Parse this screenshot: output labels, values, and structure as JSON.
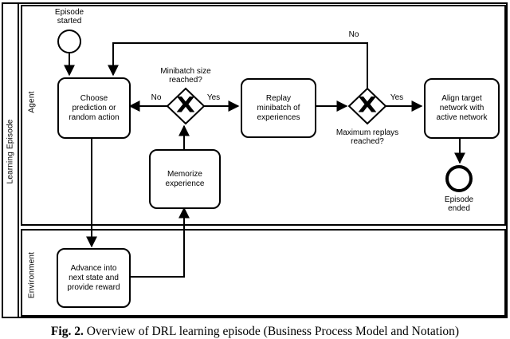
{
  "pool": {
    "title": "Learning Episode",
    "lanes": [
      {
        "label": "Agent"
      },
      {
        "label": "Environment"
      }
    ]
  },
  "events": {
    "start": {
      "label": "Episode\nstarted"
    },
    "end": {
      "label": "Episode\nended"
    }
  },
  "tasks": {
    "choose": {
      "label": "Choose\nprediction or\nrandom action"
    },
    "replay": {
      "label": "Replay\nminibatch of\nexperiences"
    },
    "align": {
      "label": "Align target\nnetwork with\nactive network"
    },
    "memorize": {
      "label": "Memorize\nexperience"
    },
    "advance": {
      "label": "Advance into\nnext state and\nprovide reward"
    }
  },
  "gateways": {
    "minibatch": {
      "question": "Minibatch size\nreached?",
      "marker": "X",
      "no_label": "No",
      "yes_label": "Yes"
    },
    "max_replays": {
      "question": "Maximum replays\nreached?",
      "marker": "X",
      "no_label": "No",
      "yes_label": "Yes"
    }
  },
  "caption": {
    "prefix": "Fig. 2.",
    "text": " Overview of DRL learning episode (Business Process Model and Notation)"
  },
  "colors": {
    "line": "#000000",
    "background": "#ffffff"
  }
}
